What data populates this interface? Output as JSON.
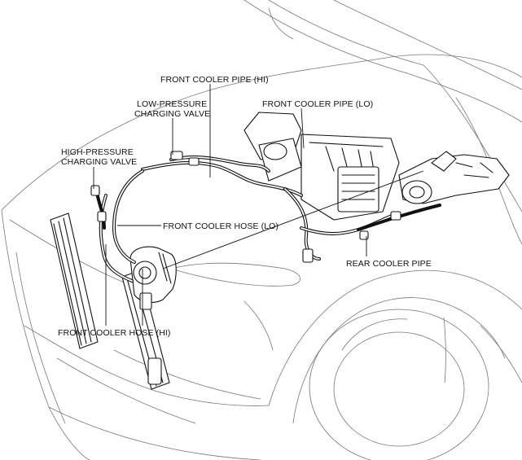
{
  "labels": {
    "front_cooler_pipe_hi": "FRONT COOLER PIPE (HI)",
    "front_cooler_pipe_lo": "FRONT COOLER PIPE (LO)",
    "low_pressure_valve_line1": "LOW-PRESSURE",
    "low_pressure_valve_line2": "CHARGING VALVE",
    "high_pressure_valve_line1": "HIGH-PRESSURE",
    "high_pressure_valve_line2": "CHARGING VALVE",
    "front_cooler_hose_lo": "FRONT COOLER HOSE (LO)",
    "rear_cooler_pipe": "REAR COOLER PIPE",
    "front_cooler_hose_hi": "FRONT COOLER HOSE (HI)"
  },
  "colors": {
    "line": "#111111",
    "body_line": "#777777",
    "background": "#ffffff"
  }
}
